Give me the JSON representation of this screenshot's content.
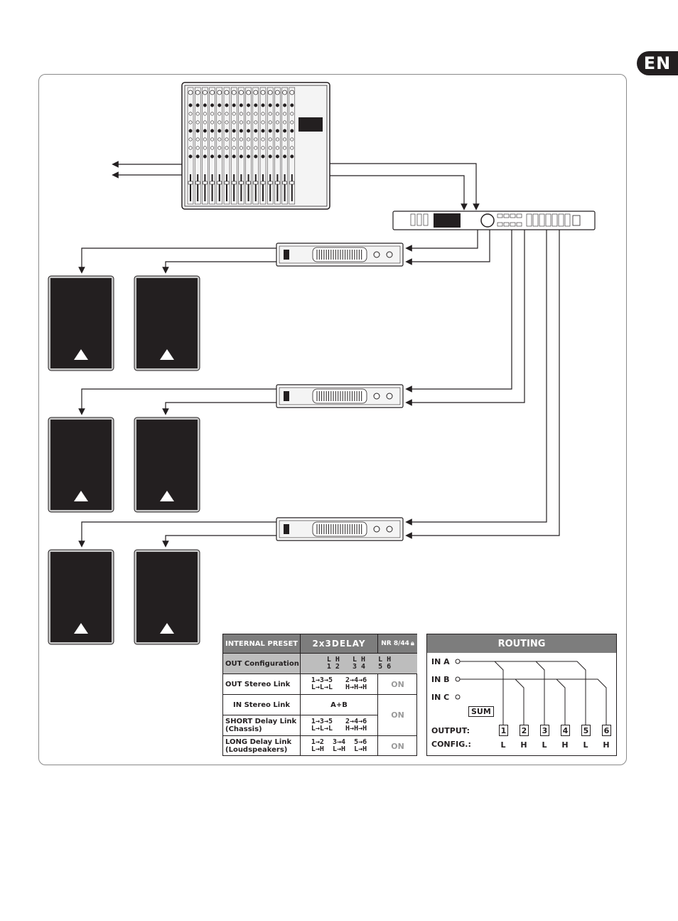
{
  "language_badge": "EN",
  "preset_table": {
    "internal_preset_label": "INTERNAL PRESET",
    "preset_name": "2x3DELAY",
    "preset_number": "NR 8/44",
    "out_config_label": "OUT Configuration",
    "out_config_value": "L H   L H   L H\n1 2   3 4   5 6",
    "out_stereo_link_label": "OUT Stereo Link",
    "out_stereo_link_value": "1→3→5   2→4→6\nL→L→L   H→H→H",
    "out_stereo_link_state": "ON",
    "in_stereo_link_label": "IN Stereo Link",
    "in_stereo_link_value": "A+B",
    "short_delay_link_label": "SHORT Delay Link",
    "short_delay_link_sub": "(Chassis)",
    "short_delay_link_value": "1→3→5   2→4→6\nL→L→L   H→H→H",
    "in_short_state": "ON",
    "long_delay_link_label": "LONG   Delay Link",
    "long_delay_link_sub": "(Loudspeakers)",
    "long_delay_link_value": "1→2  3→4  5→6\nL→H  L→H  L→H",
    "long_delay_link_state": "ON"
  },
  "routing": {
    "title": "ROUTING",
    "inputs": [
      "IN A",
      "IN B",
      "IN C"
    ],
    "sum_label": "SUM",
    "output_label": "OUTPUT:",
    "config_label": "CONFIG.:",
    "outputs": [
      "1",
      "2",
      "3",
      "4",
      "5",
      "6"
    ],
    "configs": [
      "L",
      "H",
      "L",
      "H",
      "L",
      "H"
    ]
  },
  "colors": {
    "ink": "#231f20",
    "grey_header": "#7d7d7d",
    "light_grey": "#bdbdbd"
  }
}
